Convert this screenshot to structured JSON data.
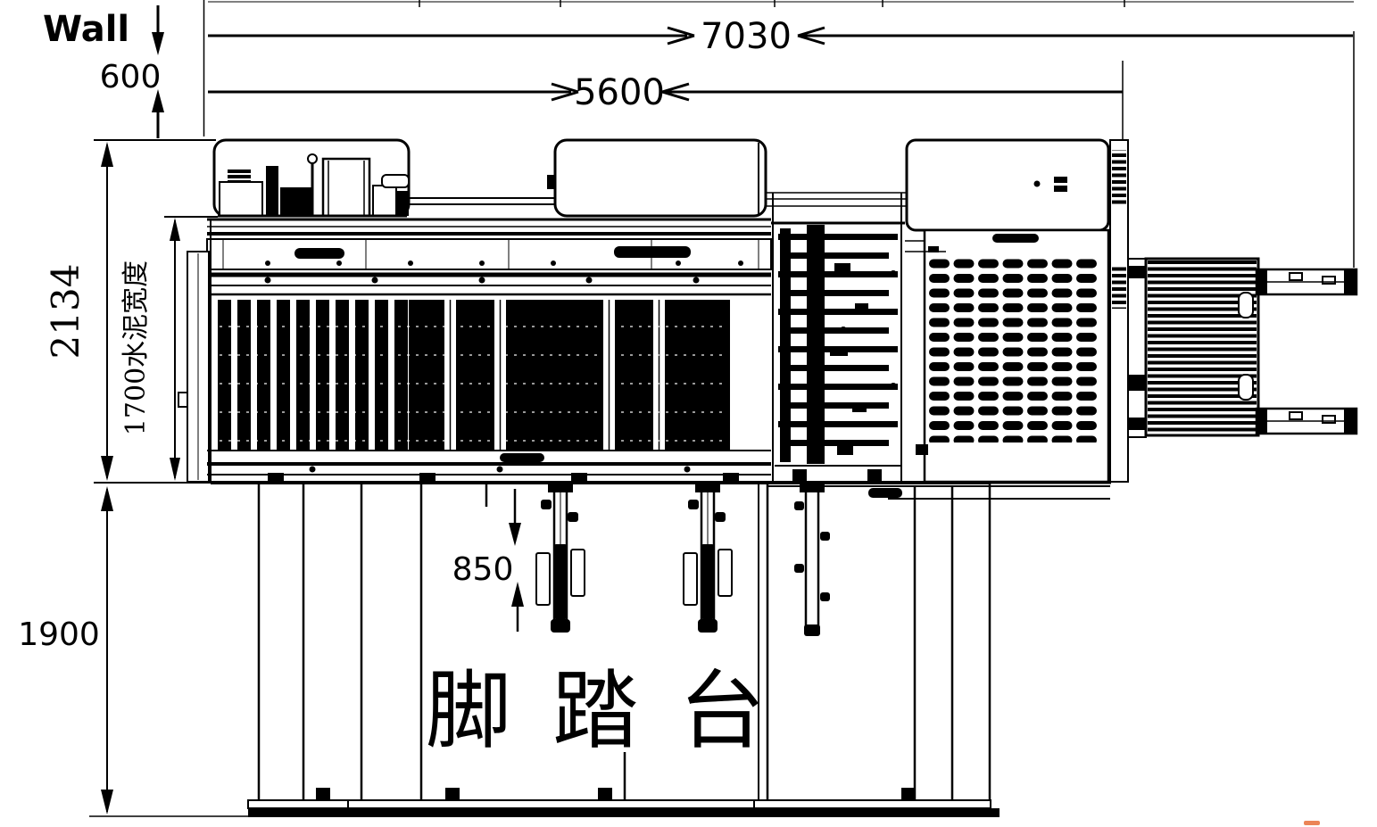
{
  "canvas": {
    "background": "#ffffff",
    "ink_color": "#000000",
    "accent_mark_color": "#e8703a"
  },
  "labels": {
    "wall": "Wall",
    "platform": "脚踏台"
  },
  "dimensions": {
    "total_length": "7030",
    "inner_length": "5600",
    "wall_clearance": "600",
    "machine_width": "2134",
    "cement_width": "1700水泥宽度",
    "platform_depth": "1900",
    "hanger_clearance": "850"
  }
}
